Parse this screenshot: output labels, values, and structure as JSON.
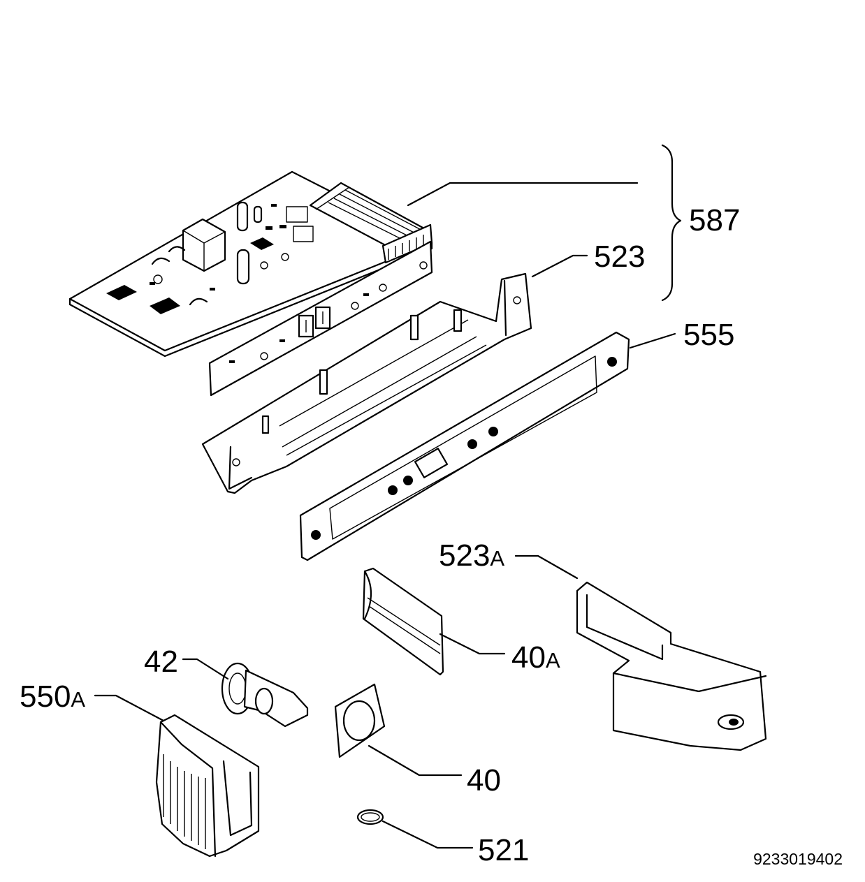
{
  "callouts": [
    {
      "id": "587",
      "number": "587",
      "suffix": ""
    },
    {
      "id": "523",
      "number": "523",
      "suffix": ""
    },
    {
      "id": "555",
      "number": "555",
      "suffix": ""
    },
    {
      "id": "523A",
      "number": "523",
      "suffix": "A"
    },
    {
      "id": "40A",
      "number": "40",
      "suffix": "A"
    },
    {
      "id": "42",
      "number": "42",
      "suffix": ""
    },
    {
      "id": "550A",
      "number": "550",
      "suffix": "A"
    },
    {
      "id": "40",
      "number": "40",
      "suffix": ""
    },
    {
      "id": "521",
      "number": "521",
      "suffix": ""
    }
  ],
  "document_number": "9233019402"
}
